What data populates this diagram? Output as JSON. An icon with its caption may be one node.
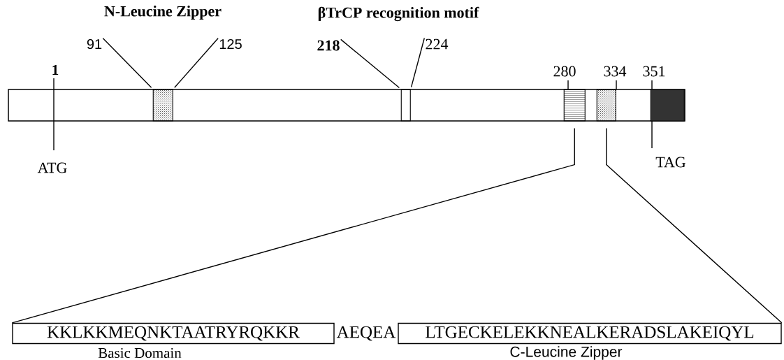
{
  "diagram": {
    "nodes": [
      {
        "text": [],
        "shape": "bar"
      },
      {
        "text": [],
        "shape": "box",
        "in": 0
      },
      {
        "text": [],
        "shape": "box",
        "in": 0
      },
      {
        "text": [],
        "shape": "box",
        "in": 0
      },
      {
        "text": [],
        "shape": "box",
        "in": 0
      },
      {
        "text": [],
        "shape": "box",
        "in": 0
      },
      {
        "text": [
          "KKLKKMEQNKTAATRYRQKKR"
        ],
        "beside": [
          "Basic Domain"
        ]
      },
      {
        "text": [
          "LTGECKELEKKNEALKERADSLAKEIQYL"
        ],
        "beside": [
          "C-Leucine Zipper"
        ]
      },
      {
        "text": [
          "91"
        ]
      },
      {
        "text": [
          "125"
        ]
      },
      {
        "text": [
          "218"
        ]
      },
      {
        "text": [
          "224"
        ]
      }
    ],
    "edges": [
      {
        "from": 8,
        "to": 1,
        "arrow": "none"
      },
      {
        "from": 9,
        "to": 1,
        "arrow": "none"
      },
      {
        "from": 10,
        "to": 2,
        "arrow": "none"
      },
      {
        "from": 11,
        "to": 2,
        "arrow": "none"
      },
      {
        "from": 3,
        "to": 6,
        "arrow": "none"
      },
      {
        "from": 4,
        "to": 7,
        "arrow": "none"
      }
    ],
    "labels": [
      "N-Leucine Zipper",
      "βTrCP recognition motif",
      "1",
      "280",
      "334",
      "351",
      "ATG",
      "TAG",
      "AEQEA"
    ]
  }
}
